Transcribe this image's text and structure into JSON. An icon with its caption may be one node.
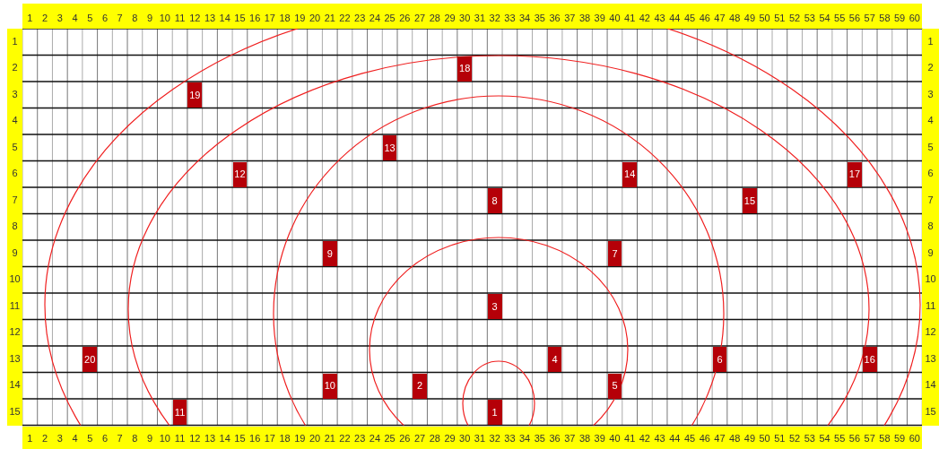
{
  "diagram": {
    "nodes": [
      {
        "text": [
          "18"
        ]
      },
      {
        "text": [
          "19"
        ]
      },
      {
        "text": [
          "13"
        ]
      },
      {
        "text": [
          "12"
        ]
      },
      {
        "text": [
          "14"
        ]
      },
      {
        "text": [
          "17"
        ]
      },
      {
        "text": [
          "8"
        ]
      },
      {
        "text": [
          "15"
        ]
      },
      {
        "text": [
          "9"
        ]
      },
      {
        "text": [
          "7"
        ]
      },
      {
        "text": [
          "3"
        ]
      },
      {
        "text": [
          "20"
        ]
      },
      {
        "text": [
          "4"
        ]
      },
      {
        "text": [
          "6"
        ]
      },
      {
        "text": [
          "16"
        ]
      },
      {
        "text": [
          "10"
        ]
      },
      {
        "text": [
          "2"
        ]
      },
      {
        "text": [
          "5"
        ]
      },
      {
        "text": [
          "11"
        ]
      },
      {
        "text": [
          "1"
        ]
      }
    ],
    "labels": [
      "1",
      "2",
      "3",
      "4",
      "5",
      "6",
      "7",
      "8",
      "9",
      "10",
      "11",
      "12",
      "13",
      "14",
      "15",
      "16",
      "17",
      "18",
      "19",
      "20",
      "21",
      "22",
      "23",
      "24",
      "25",
      "26",
      "27",
      "28",
      "29",
      "30",
      "31",
      "32",
      "33",
      "34",
      "35",
      "36",
      "37",
      "38",
      "39",
      "40",
      "41",
      "42",
      "43",
      "44",
      "45",
      "46",
      "47",
      "48",
      "49",
      "50",
      "51",
      "52",
      "53",
      "54",
      "55",
      "56",
      "57",
      "58",
      "59",
      "60",
      "1",
      "1",
      "2",
      "2",
      "3",
      "3",
      "4",
      "4",
      "5",
      "5",
      "6",
      "6",
      "7",
      "7",
      "8",
      "8",
      "9",
      "9",
      "10",
      "10",
      "11",
      "11",
      "12",
      "12",
      "13",
      "13",
      "14",
      "14",
      "15",
      "15",
      "1",
      "2",
      "3",
      "4",
      "5",
      "6",
      "7",
      "8",
      "9",
      "10",
      "11",
      "12",
      "13",
      "14",
      "15",
      "16",
      "17",
      "18",
      "19",
      "20",
      "21",
      "22",
      "23",
      "24",
      "25",
      "26",
      "27",
      "28",
      "29",
      "30",
      "31",
      "32",
      "33",
      "34",
      "35",
      "36",
      "37",
      "38",
      "39",
      "40",
      "41",
      "42",
      "43",
      "44",
      "45",
      "46",
      "47",
      "48",
      "49",
      "50",
      "51",
      "52",
      "53",
      "54",
      "55",
      "56",
      "57",
      "58",
      "59",
      "60"
    ]
  }
}
